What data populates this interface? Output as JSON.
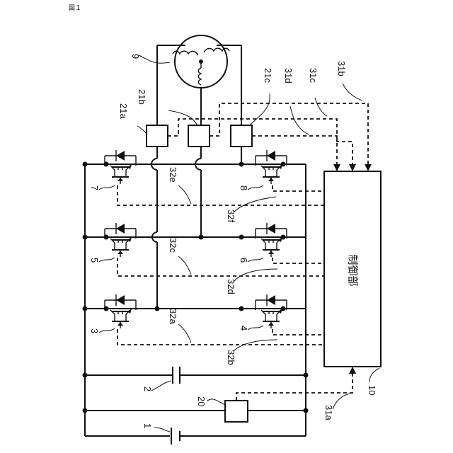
{
  "figure_label": "図１",
  "controller_label": "制御部",
  "labels": {
    "l1": "1",
    "l2": "2",
    "l3": "3",
    "l4": "4",
    "l5": "5",
    "l6": "6",
    "l7": "7",
    "l8": "8",
    "l9": "9",
    "l10": "10",
    "l20": "20",
    "l21a": "21a",
    "l21b": "21b",
    "l21c": "21c",
    "l31a": "31a",
    "l31b": "31b",
    "l31c": "31c",
    "l31d": "31d",
    "l32a": "32a",
    "l32b": "32b",
    "l32c": "32c",
    "l32d": "32d",
    "l32e": "32e",
    "l32f": "32f"
  }
}
